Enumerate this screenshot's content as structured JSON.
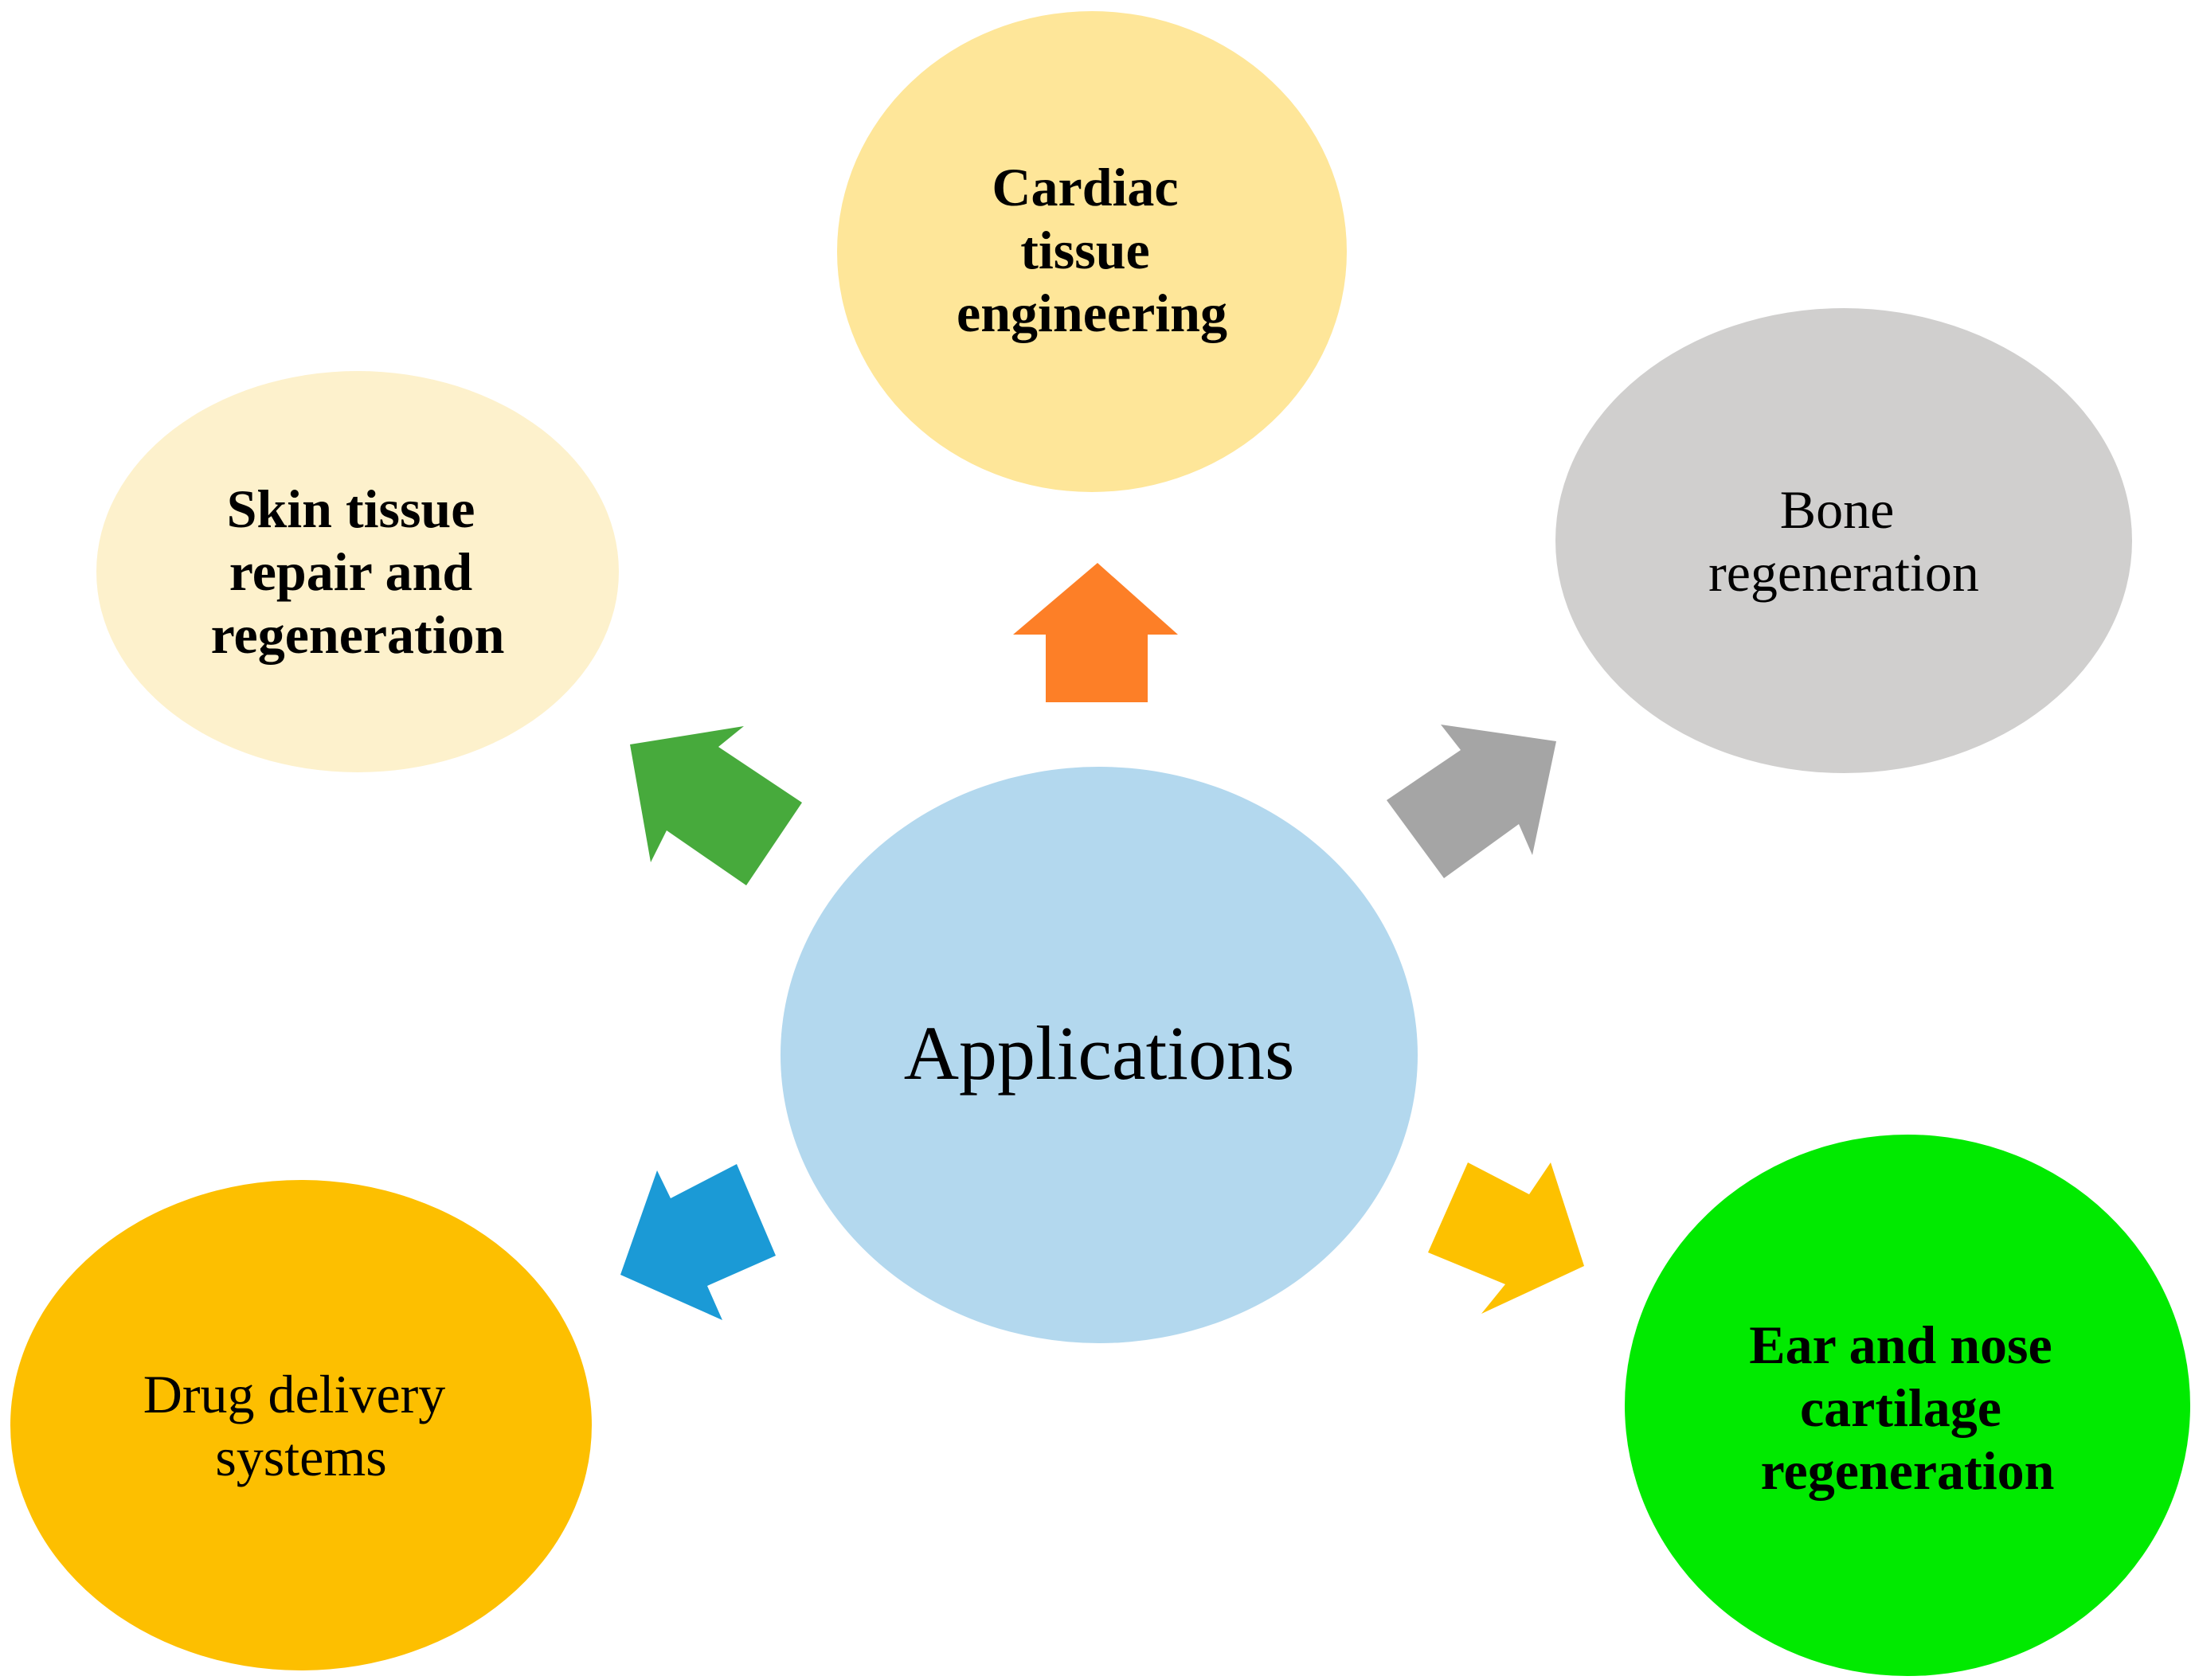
{
  "center": {
    "label": "Applications",
    "color": "#b3d8ee"
  },
  "nodes": [
    {
      "id": "cardiac",
      "lines": [
        "Cardiac",
        "tissue",
        "engineering"
      ],
      "bold": true,
      "color": "#fee699",
      "arrow_color": "#fd7f27"
    },
    {
      "id": "skin",
      "lines": [
        "Skin tissue",
        "repair and",
        "regeneration"
      ],
      "bold": true,
      "color": "#fdf1cc",
      "arrow_color": "#47aa3c"
    },
    {
      "id": "bone",
      "lines": [
        "Bone",
        "regeneration"
      ],
      "bold": false,
      "color": "#d0cfce",
      "arrow_color": "#a5a5a5"
    },
    {
      "id": "drug",
      "lines": [
        "Drug delivery",
        "systems"
      ],
      "bold": false,
      "color": "#fdbf00",
      "arrow_color": "#1b9ad6"
    },
    {
      "id": "cartilage",
      "lines": [
        "Ear and nose",
        "cartilage",
        "regeneration"
      ],
      "bold": true,
      "color": "#01ea00",
      "arrow_color": "#fdc100"
    }
  ]
}
